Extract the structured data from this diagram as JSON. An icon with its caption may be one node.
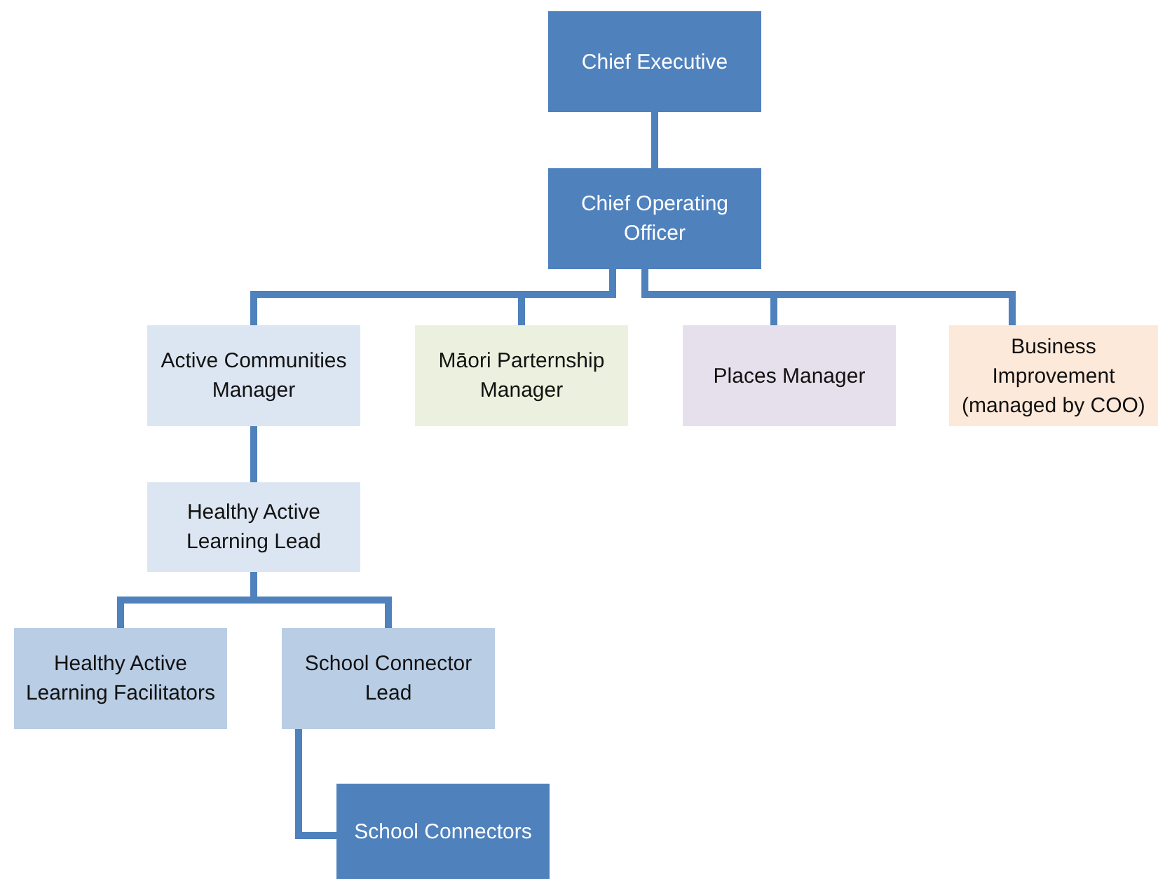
{
  "diagram": {
    "nodes": [
      {
        "text": [
          "Chief Executive"
        ]
      },
      {
        "text": [
          "Chief Operating Officer"
        ]
      },
      {
        "text": [
          "Active Communities Manager"
        ]
      },
      {
        "text": [
          "Māori Parternship Manager"
        ]
      },
      {
        "text": [
          "Places Manager"
        ]
      },
      {
        "text": [
          "Business Improvement",
          "(managed by COO)"
        ]
      },
      {
        "text": [
          "Healthy Active Learning Lead"
        ]
      },
      {
        "text": [
          "Healthy Active Learning Facilitators"
        ]
      },
      {
        "text": [
          "School Connector Lead"
        ]
      },
      {
        "text": [
          "School Connectors"
        ]
      }
    ],
    "edges": [
      {
        "from": 0,
        "to": 1,
        "arrow": "none"
      },
      {
        "from": 1,
        "to": 2,
        "arrow": "none"
      },
      {
        "from": 1,
        "to": 3,
        "arrow": "none"
      },
      {
        "from": 1,
        "to": 4,
        "arrow": "none"
      },
      {
        "from": 1,
        "to": 5,
        "arrow": "none"
      },
      {
        "from": 2,
        "to": 6,
        "arrow": "none"
      },
      {
        "from": 6,
        "to": 7,
        "arrow": "none"
      },
      {
        "from": 6,
        "to": 8,
        "arrow": "none"
      },
      {
        "from": 8,
        "to": 9,
        "arrow": "none"
      }
    ]
  }
}
